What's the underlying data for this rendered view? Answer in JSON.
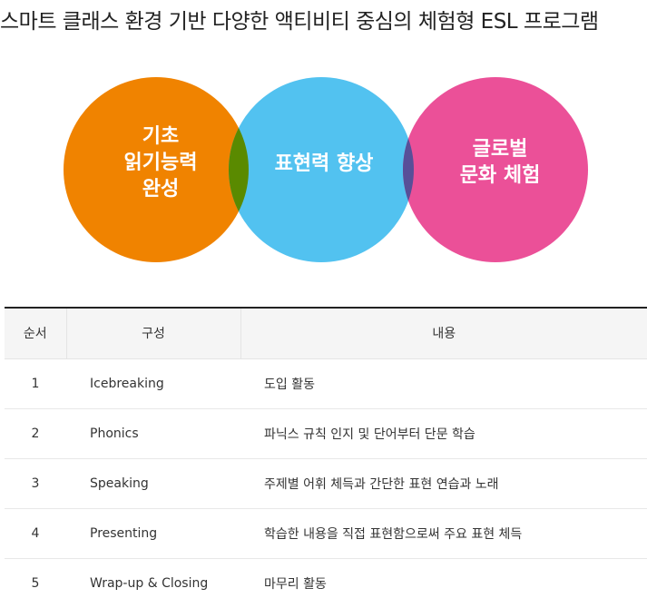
{
  "title": "스마트 클래스 환경 기반 다양한 액티비티 중심의 체험형 ESL 프로그램",
  "venn": {
    "circles": [
      {
        "lines": [
          "기초",
          "읽기능력",
          "완성"
        ],
        "color": "#f08300"
      },
      {
        "lines": [
          "표현력 향상"
        ],
        "color": "#52c2f0"
      },
      {
        "lines": [
          "글로벌",
          "문화 체험"
        ],
        "color": "#eb5098"
      }
    ],
    "overlap_colors": [
      "#5a8a00",
      "#584f98"
    ]
  },
  "table": {
    "headers": [
      "순서",
      "구성",
      "내용"
    ],
    "rows": [
      {
        "no": "1",
        "component": "Icebreaking",
        "content": "도입 활동"
      },
      {
        "no": "2",
        "component": "Phonics",
        "content": "파닉스 규칙 인지 및 단어부터 단문 학습"
      },
      {
        "no": "3",
        "component": "Speaking",
        "content": "주제별 어휘 체득과 간단한 표현 연습과 노래"
      },
      {
        "no": "4",
        "component": "Presenting",
        "content": "학습한 내용을 직접 표현함으로써 주요 표현 체득"
      },
      {
        "no": "5",
        "component": "Wrap-up & Closing",
        "content": "마무리 활동"
      }
    ]
  }
}
